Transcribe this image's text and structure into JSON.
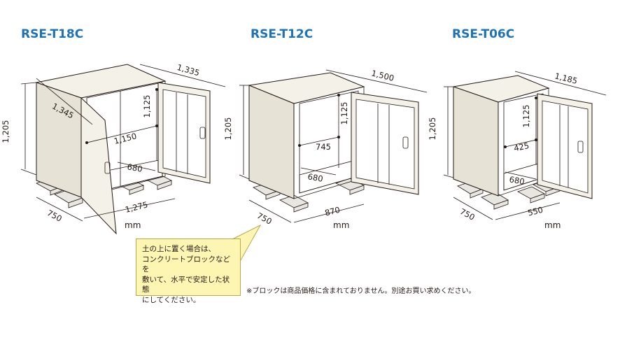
{
  "colors": {
    "title": "#1e72b8",
    "line": "#231815",
    "panel": "#f4f1e8",
    "note_bg": "#fdf6b3"
  },
  "models": [
    {
      "name": "RSE-T18C",
      "dims": {
        "width_outer": "1,335",
        "depth_diag": "1,345",
        "height": "1,205",
        "inner_width": "1,150",
        "inner_height": "1,125",
        "inner_depth": "680",
        "base_width": "1,275",
        "base_depth": "750"
      },
      "unit": "mm"
    },
    {
      "name": "RSE-T12C",
      "dims": {
        "width_outer": "1,500",
        "height": "1,205",
        "inner_width": "745",
        "inner_height": "1,125",
        "inner_depth": "680",
        "base_width": "870",
        "base_depth": "750"
      },
      "unit": "mm"
    },
    {
      "name": "RSE-T06C",
      "dims": {
        "width_outer": "1,185",
        "height": "1,205",
        "inner_width": "425",
        "inner_height": "1,125",
        "inner_depth": "680",
        "base_width": "550",
        "base_depth": "750"
      },
      "unit": "mm"
    }
  ],
  "note": {
    "lines": [
      "土の上に置く場合は、",
      "コンクリートブロックなどを",
      "敷いて、水平で安定した状態",
      "にしてください。"
    ]
  },
  "footnote": "※ブロックは商品価格に含まれておりません。別途お買い求めください。"
}
